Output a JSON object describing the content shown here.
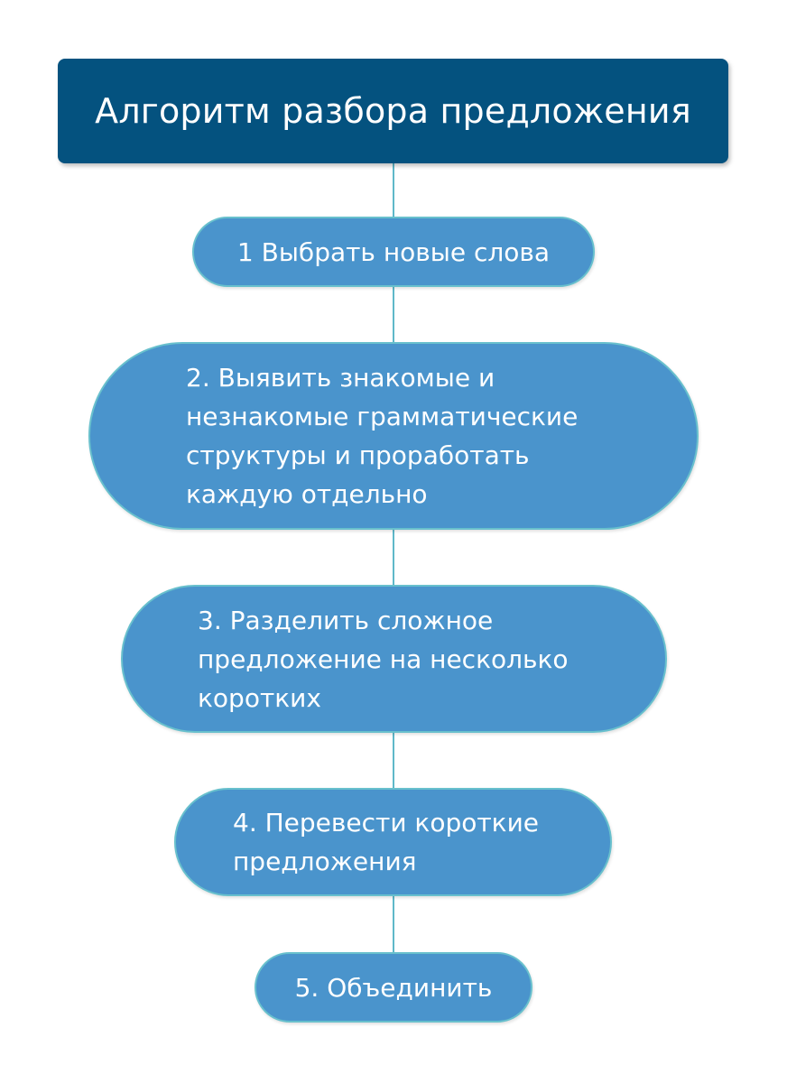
{
  "diagram": {
    "title": "Алгоритм разбора предложения",
    "steps": [
      {
        "label": "1 Выбрать новые слова"
      },
      {
        "label": "2. Выявить знакомые и\nнезнакомые грамматические\nструктуры и проработать\nкаждую отдельно"
      },
      {
        "label": "3. Разделить сложное\nпредложение на несколько\nкоротких"
      },
      {
        "label": "4. Перевести короткие\nпредложения"
      },
      {
        "label": "5. Объединить"
      }
    ]
  },
  "colors": {
    "title_fill": "#04527f",
    "step_fill": "#4a94cc",
    "step_border": "#68c0cd",
    "connector": "#5fb8c9",
    "text": "#ffffff"
  }
}
